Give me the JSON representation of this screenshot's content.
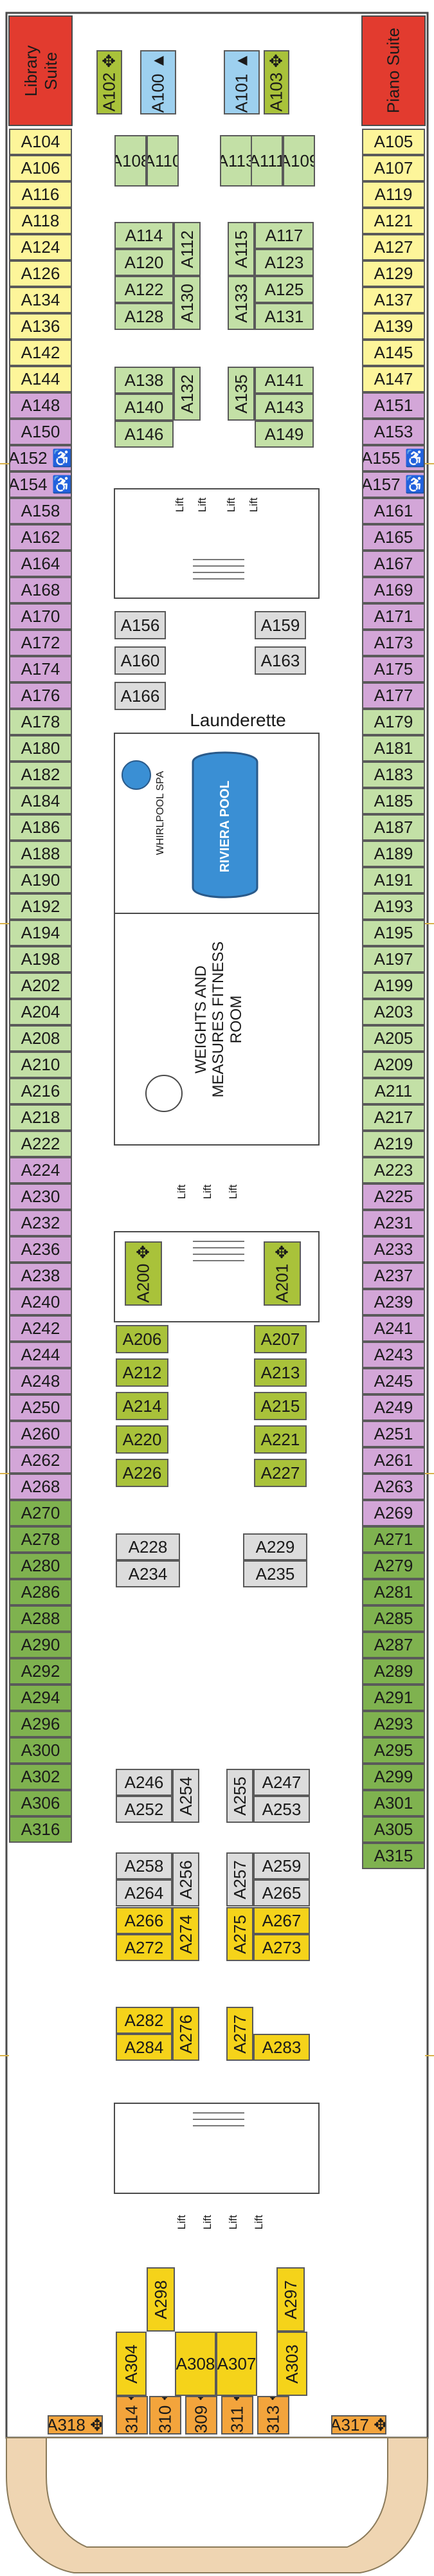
{
  "colors": {
    "yellow": "#fdf59a",
    "lilac": "#d3a6d8",
    "green": "#c3e0a6",
    "dkgreen": "#7fb24f",
    "gray": "#dcdcdc",
    "olive": "#a9c23a",
    "gold": "#f5d31a",
    "orange": "#f3a43c",
    "suite": "#e23b2f",
    "blue": "#9dd0ef",
    "white": "#ffffff",
    "beige": "#efd5b2"
  },
  "labels": {
    "library_suite": "Library Suite",
    "piano_suite": "Piano Suite",
    "launderette": "Launderette",
    "whirlpool_spa": "WHIRLPOOL SPA",
    "riviera_pool": "RIVIERA POOL",
    "fitness": "WEIGHTS AND MEASURES FITNESS ROOM",
    "lift": "Lift"
  },
  "left_column": [
    {
      "n": "A104",
      "c": "yellow"
    },
    {
      "n": "A106",
      "c": "yellow"
    },
    {
      "n": "A116",
      "c": "yellow"
    },
    {
      "n": "A118",
      "c": "yellow"
    },
    {
      "n": "A124",
      "c": "yellow"
    },
    {
      "n": "A126",
      "c": "yellow"
    },
    {
      "n": "A134",
      "c": "yellow"
    },
    {
      "n": "A136",
      "c": "yellow"
    },
    {
      "n": "A142",
      "c": "yellow"
    },
    {
      "n": "A144",
      "c": "yellow"
    },
    {
      "n": "A148",
      "c": "lilac"
    },
    {
      "n": "A150",
      "c": "lilac"
    },
    {
      "n": "A152",
      "c": "lilac",
      "acc": true
    },
    {
      "n": "A154",
      "c": "lilac",
      "acc": true
    },
    {
      "n": "A158",
      "c": "lilac"
    },
    {
      "n": "A162",
      "c": "lilac"
    },
    {
      "n": "A164",
      "c": "lilac"
    },
    {
      "n": "A168",
      "c": "lilac"
    },
    {
      "n": "A170",
      "c": "lilac"
    },
    {
      "n": "A172",
      "c": "lilac"
    },
    {
      "n": "A174",
      "c": "lilac"
    },
    {
      "n": "A176",
      "c": "lilac"
    },
    {
      "n": "A178",
      "c": "green"
    },
    {
      "n": "A180",
      "c": "green"
    },
    {
      "n": "A182",
      "c": "green"
    },
    {
      "n": "A184",
      "c": "green"
    },
    {
      "n": "A186",
      "c": "green"
    },
    {
      "n": "A188",
      "c": "green"
    },
    {
      "n": "A190",
      "c": "green"
    },
    {
      "n": "A192",
      "c": "green"
    },
    {
      "n": "A194",
      "c": "green"
    },
    {
      "n": "A198",
      "c": "green"
    },
    {
      "n": "A202",
      "c": "green"
    },
    {
      "n": "A204",
      "c": "green"
    },
    {
      "n": "A208",
      "c": "green"
    },
    {
      "n": "A210",
      "c": "green"
    },
    {
      "n": "A216",
      "c": "green"
    },
    {
      "n": "A218",
      "c": "green"
    },
    {
      "n": "A222",
      "c": "green"
    },
    {
      "n": "A224",
      "c": "lilac"
    },
    {
      "n": "A230",
      "c": "lilac"
    },
    {
      "n": "A232",
      "c": "lilac"
    },
    {
      "n": "A236",
      "c": "lilac"
    },
    {
      "n": "A238",
      "c": "lilac"
    },
    {
      "n": "A240",
      "c": "lilac"
    },
    {
      "n": "A242",
      "c": "lilac"
    },
    {
      "n": "A244",
      "c": "lilac"
    },
    {
      "n": "A248",
      "c": "lilac"
    },
    {
      "n": "A250",
      "c": "lilac"
    },
    {
      "n": "A260",
      "c": "lilac"
    },
    {
      "n": "A262",
      "c": "lilac"
    },
    {
      "n": "A268",
      "c": "lilac"
    },
    {
      "n": "A270",
      "c": "dkgreen"
    },
    {
      "n": "A278",
      "c": "dkgreen"
    },
    {
      "n": "A280",
      "c": "dkgreen"
    },
    {
      "n": "A286",
      "c": "dkgreen"
    },
    {
      "n": "A288",
      "c": "dkgreen"
    },
    {
      "n": "A290",
      "c": "dkgreen"
    },
    {
      "n": "A292",
      "c": "dkgreen"
    },
    {
      "n": "A294",
      "c": "dkgreen"
    },
    {
      "n": "A296",
      "c": "dkgreen"
    },
    {
      "n": "A300",
      "c": "dkgreen"
    },
    {
      "n": "A302",
      "c": "dkgreen"
    },
    {
      "n": "A306",
      "c": "dkgreen"
    },
    {
      "n": "A316",
      "c": "dkgreen"
    }
  ],
  "right_column": [
    {
      "n": "A105",
      "c": "yellow"
    },
    {
      "n": "A107",
      "c": "yellow"
    },
    {
      "n": "A119",
      "c": "yellow"
    },
    {
      "n": "A121",
      "c": "yellow"
    },
    {
      "n": "A127",
      "c": "yellow"
    },
    {
      "n": "A129",
      "c": "yellow"
    },
    {
      "n": "A137",
      "c": "yellow"
    },
    {
      "n": "A139",
      "c": "yellow"
    },
    {
      "n": "A145",
      "c": "yellow"
    },
    {
      "n": "A147",
      "c": "yellow"
    },
    {
      "n": "A151",
      "c": "lilac"
    },
    {
      "n": "A153",
      "c": "lilac"
    },
    {
      "n": "A155",
      "c": "lilac",
      "acc": true
    },
    {
      "n": "A157",
      "c": "lilac",
      "acc": true
    },
    {
      "n": "A161",
      "c": "lilac"
    },
    {
      "n": "A165",
      "c": "lilac"
    },
    {
      "n": "A167",
      "c": "lilac"
    },
    {
      "n": "A169",
      "c": "lilac"
    },
    {
      "n": "A171",
      "c": "lilac"
    },
    {
      "n": "A173",
      "c": "lilac"
    },
    {
      "n": "A175",
      "c": "lilac"
    },
    {
      "n": "A177",
      "c": "lilac"
    },
    {
      "n": "A179",
      "c": "green"
    },
    {
      "n": "A181",
      "c": "green"
    },
    {
      "n": "A183",
      "c": "green"
    },
    {
      "n": "A185",
      "c": "green"
    },
    {
      "n": "A187",
      "c": "green"
    },
    {
      "n": "A189",
      "c": "green"
    },
    {
      "n": "A191",
      "c": "green"
    },
    {
      "n": "A193",
      "c": "green"
    },
    {
      "n": "A195",
      "c": "green"
    },
    {
      "n": "A197",
      "c": "green"
    },
    {
      "n": "A199",
      "c": "green"
    },
    {
      "n": "A203",
      "c": "green"
    },
    {
      "n": "A205",
      "c": "green"
    },
    {
      "n": "A209",
      "c": "green"
    },
    {
      "n": "A211",
      "c": "green"
    },
    {
      "n": "A217",
      "c": "green"
    },
    {
      "n": "A219",
      "c": "green"
    },
    {
      "n": "A223",
      "c": "green"
    },
    {
      "n": "A225",
      "c": "lilac"
    },
    {
      "n": "A231",
      "c": "lilac"
    },
    {
      "n": "A233",
      "c": "lilac"
    },
    {
      "n": "A237",
      "c": "lilac"
    },
    {
      "n": "A239",
      "c": "lilac"
    },
    {
      "n": "A241",
      "c": "lilac"
    },
    {
      "n": "A243",
      "c": "lilac"
    },
    {
      "n": "A245",
      "c": "lilac"
    },
    {
      "n": "A249",
      "c": "lilac"
    },
    {
      "n": "A251",
      "c": "lilac"
    },
    {
      "n": "A261",
      "c": "lilac"
    },
    {
      "n": "A263",
      "c": "lilac"
    },
    {
      "n": "A269",
      "c": "lilac"
    },
    {
      "n": "A271",
      "c": "dkgreen"
    },
    {
      "n": "A279",
      "c": "dkgreen"
    },
    {
      "n": "A281",
      "c": "dkgreen"
    },
    {
      "n": "A285",
      "c": "dkgreen"
    },
    {
      "n": "A287",
      "c": "dkgreen"
    },
    {
      "n": "A289",
      "c": "dkgreen"
    },
    {
      "n": "A291",
      "c": "dkgreen"
    },
    {
      "n": "A293",
      "c": "dkgreen"
    },
    {
      "n": "A295",
      "c": "dkgreen"
    },
    {
      "n": "A299",
      "c": "dkgreen"
    },
    {
      "n": "A301",
      "c": "dkgreen"
    },
    {
      "n": "A305",
      "c": "dkgreen"
    },
    {
      "n": "A315",
      "c": "dkgreen"
    }
  ],
  "inner_cabins": [
    {
      "n": "A102",
      "c": "olive",
      "v": true,
      "sym": "✥"
    },
    {
      "n": "A100",
      "c": "blue",
      "v": true,
      "sym": "▲"
    },
    {
      "n": "A101",
      "c": "blue",
      "v": true,
      "sym": "▲"
    },
    {
      "n": "A103",
      "c": "olive",
      "v": true,
      "sym": "✥"
    },
    {
      "n": "A108",
      "c": "green"
    },
    {
      "n": "A110",
      "c": "green"
    },
    {
      "n": "A113",
      "c": "green"
    },
    {
      "n": "A111",
      "c": "green"
    },
    {
      "n": "A109",
      "c": "green"
    },
    {
      "n": "A114",
      "c": "green"
    },
    {
      "n": "A120",
      "c": "green"
    },
    {
      "n": "A122",
      "c": "green"
    },
    {
      "n": "A128",
      "c": "green"
    },
    {
      "n": "A112",
      "c": "green",
      "v": true
    },
    {
      "n": "A130",
      "c": "green",
      "v": true
    },
    {
      "n": "A115",
      "c": "green",
      "v": true
    },
    {
      "n": "A133",
      "c": "green",
      "v": true
    },
    {
      "n": "A117",
      "c": "green"
    },
    {
      "n": "A123",
      "c": "green"
    },
    {
      "n": "A125",
      "c": "green"
    },
    {
      "n": "A131",
      "c": "green"
    },
    {
      "n": "A138",
      "c": "green"
    },
    {
      "n": "A140",
      "c": "green"
    },
    {
      "n": "A146",
      "c": "green"
    },
    {
      "n": "A132",
      "c": "green",
      "v": true
    },
    {
      "n": "A135",
      "c": "green",
      "v": true
    },
    {
      "n": "A141",
      "c": "green"
    },
    {
      "n": "A143",
      "c": "green"
    },
    {
      "n": "A149",
      "c": "green"
    },
    {
      "n": "A156",
      "c": "gray"
    },
    {
      "n": "A160",
      "c": "gray"
    },
    {
      "n": "A166",
      "c": "gray"
    },
    {
      "n": "A159",
      "c": "gray"
    },
    {
      "n": "A163",
      "c": "gray"
    },
    {
      "n": "A200",
      "c": "olive",
      "v": true,
      "sym": "✥"
    },
    {
      "n": "A201",
      "c": "olive",
      "v": true,
      "sym": "✥"
    },
    {
      "n": "A206",
      "c": "olive"
    },
    {
      "n": "A212",
      "c": "olive"
    },
    {
      "n": "A214",
      "c": "olive"
    },
    {
      "n": "A220",
      "c": "olive"
    },
    {
      "n": "A226",
      "c": "olive"
    },
    {
      "n": "A207",
      "c": "olive"
    },
    {
      "n": "A213",
      "c": "olive"
    },
    {
      "n": "A215",
      "c": "olive"
    },
    {
      "n": "A221",
      "c": "olive"
    },
    {
      "n": "A227",
      "c": "olive"
    },
    {
      "n": "A228",
      "c": "gray"
    },
    {
      "n": "A234",
      "c": "gray"
    },
    {
      "n": "A229",
      "c": "gray"
    },
    {
      "n": "A235",
      "c": "gray"
    },
    {
      "n": "A246",
      "c": "gray"
    },
    {
      "n": "A252",
      "c": "gray"
    },
    {
      "n": "A254",
      "c": "gray",
      "v": true
    },
    {
      "n": "A255",
      "c": "gray",
      "v": true
    },
    {
      "n": "A247",
      "c": "gray"
    },
    {
      "n": "A253",
      "c": "gray"
    },
    {
      "n": "A258",
      "c": "gray"
    },
    {
      "n": "A264",
      "c": "gray"
    },
    {
      "n": "A256",
      "c": "gray",
      "v": true
    },
    {
      "n": "A257",
      "c": "gray",
      "v": true
    },
    {
      "n": "A259",
      "c": "gray"
    },
    {
      "n": "A265",
      "c": "gray"
    },
    {
      "n": "A266",
      "c": "gold"
    },
    {
      "n": "A272",
      "c": "gold"
    },
    {
      "n": "A274",
      "c": "gold",
      "v": true
    },
    {
      "n": "A275",
      "c": "gold",
      "v": true
    },
    {
      "n": "A267",
      "c": "gold"
    },
    {
      "n": "A273",
      "c": "gold"
    },
    {
      "n": "A282",
      "c": "gold"
    },
    {
      "n": "A284",
      "c": "gold"
    },
    {
      "n": "A276",
      "c": "gold",
      "v": true
    },
    {
      "n": "A277",
      "c": "gold",
      "v": true
    },
    {
      "n": "A283",
      "c": "gold"
    },
    {
      "n": "A298",
      "c": "gold",
      "v": true
    },
    {
      "n": "A297",
      "c": "gold",
      "v": true
    },
    {
      "n": "A304",
      "c": "gold",
      "v": true
    },
    {
      "n": "A308",
      "c": "gold"
    },
    {
      "n": "A307",
      "c": "gold"
    },
    {
      "n": "A303",
      "c": "gold",
      "v": true
    },
    {
      "n": "A314",
      "c": "orange",
      "v": true,
      "sym": "✥"
    },
    {
      "n": "A310",
      "c": "orange",
      "v": true,
      "sym": "✥"
    },
    {
      "n": "A309",
      "c": "orange",
      "v": true,
      "sym": "✥"
    },
    {
      "n": "A311",
      "c": "orange",
      "v": true,
      "sym": "✥"
    },
    {
      "n": "A313",
      "c": "orange",
      "v": true,
      "sym": "✥"
    },
    {
      "n": "A318",
      "c": "orange",
      "sym": "✥"
    },
    {
      "n": "A317",
      "c": "orange",
      "sym": "✥"
    }
  ]
}
